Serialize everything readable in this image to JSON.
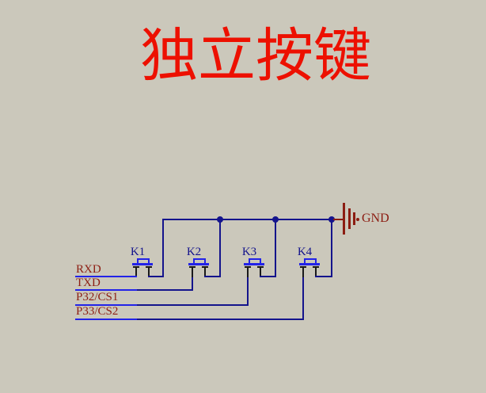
{
  "title": {
    "text": "独立按键"
  },
  "schematic": {
    "buttons": [
      {
        "label": "K1"
      },
      {
        "label": "K2"
      },
      {
        "label": "K3"
      },
      {
        "label": "K4"
      }
    ],
    "ports": [
      {
        "label": "RXD"
      },
      {
        "label": "TXD"
      },
      {
        "label": "P32/CS1"
      },
      {
        "label": "P33/CS2"
      }
    ],
    "ground": {
      "label": "GND"
    },
    "colors": {
      "background": "#CBC8BB",
      "title_red": "#ED1000",
      "wire_navy": "#14148C",
      "terminal_blue": "#2222E8",
      "label_maroon": "#8C1D12",
      "pin_black": "#1A1A1A"
    }
  }
}
